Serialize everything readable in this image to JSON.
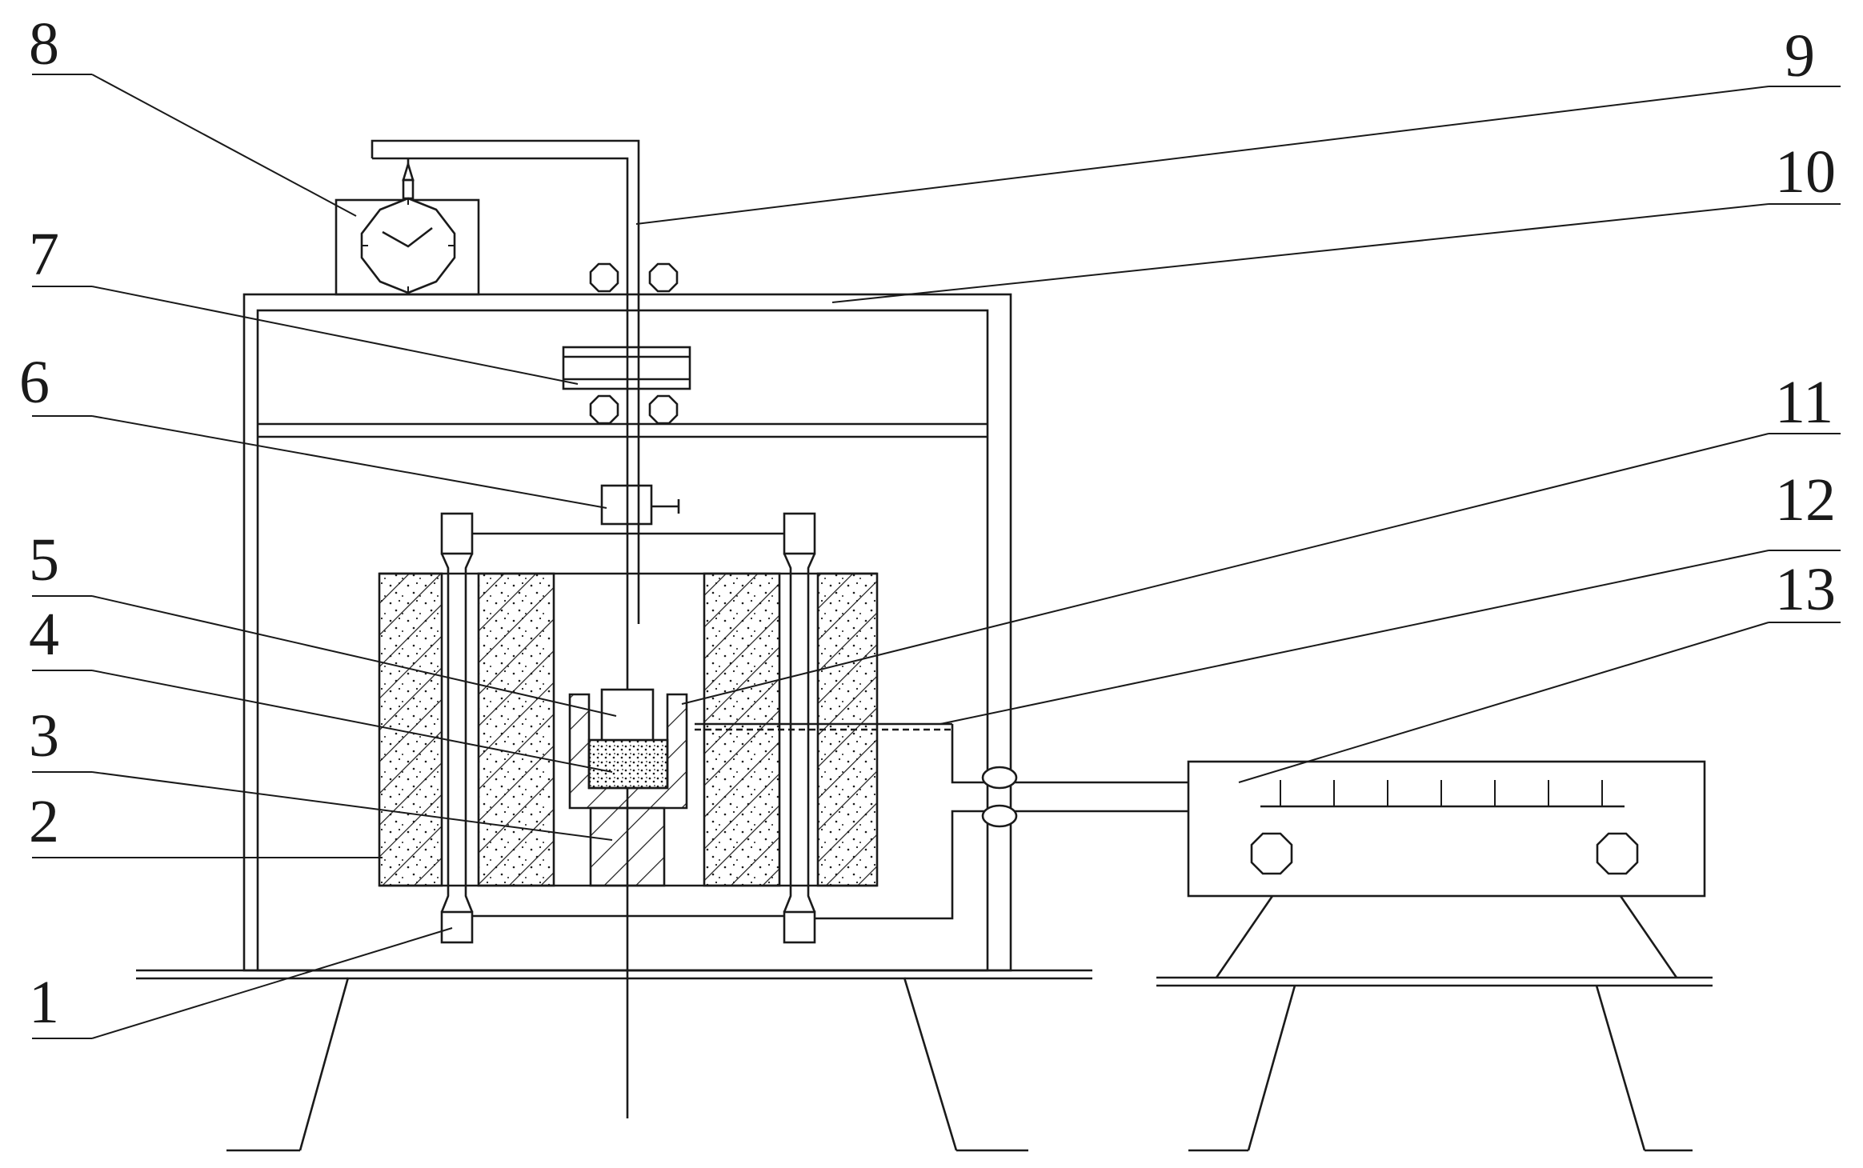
{
  "labels": {
    "l1": "1",
    "l2": "2",
    "l3": "3",
    "l4": "4",
    "l5": "5",
    "l6": "6",
    "l7": "7",
    "l8": "8",
    "l9": "9",
    "l10": "10",
    "l11": "11",
    "l12": "12",
    "l13": "13"
  },
  "colors": {
    "ink": "#1a1a1a",
    "background": "#ffffff"
  }
}
